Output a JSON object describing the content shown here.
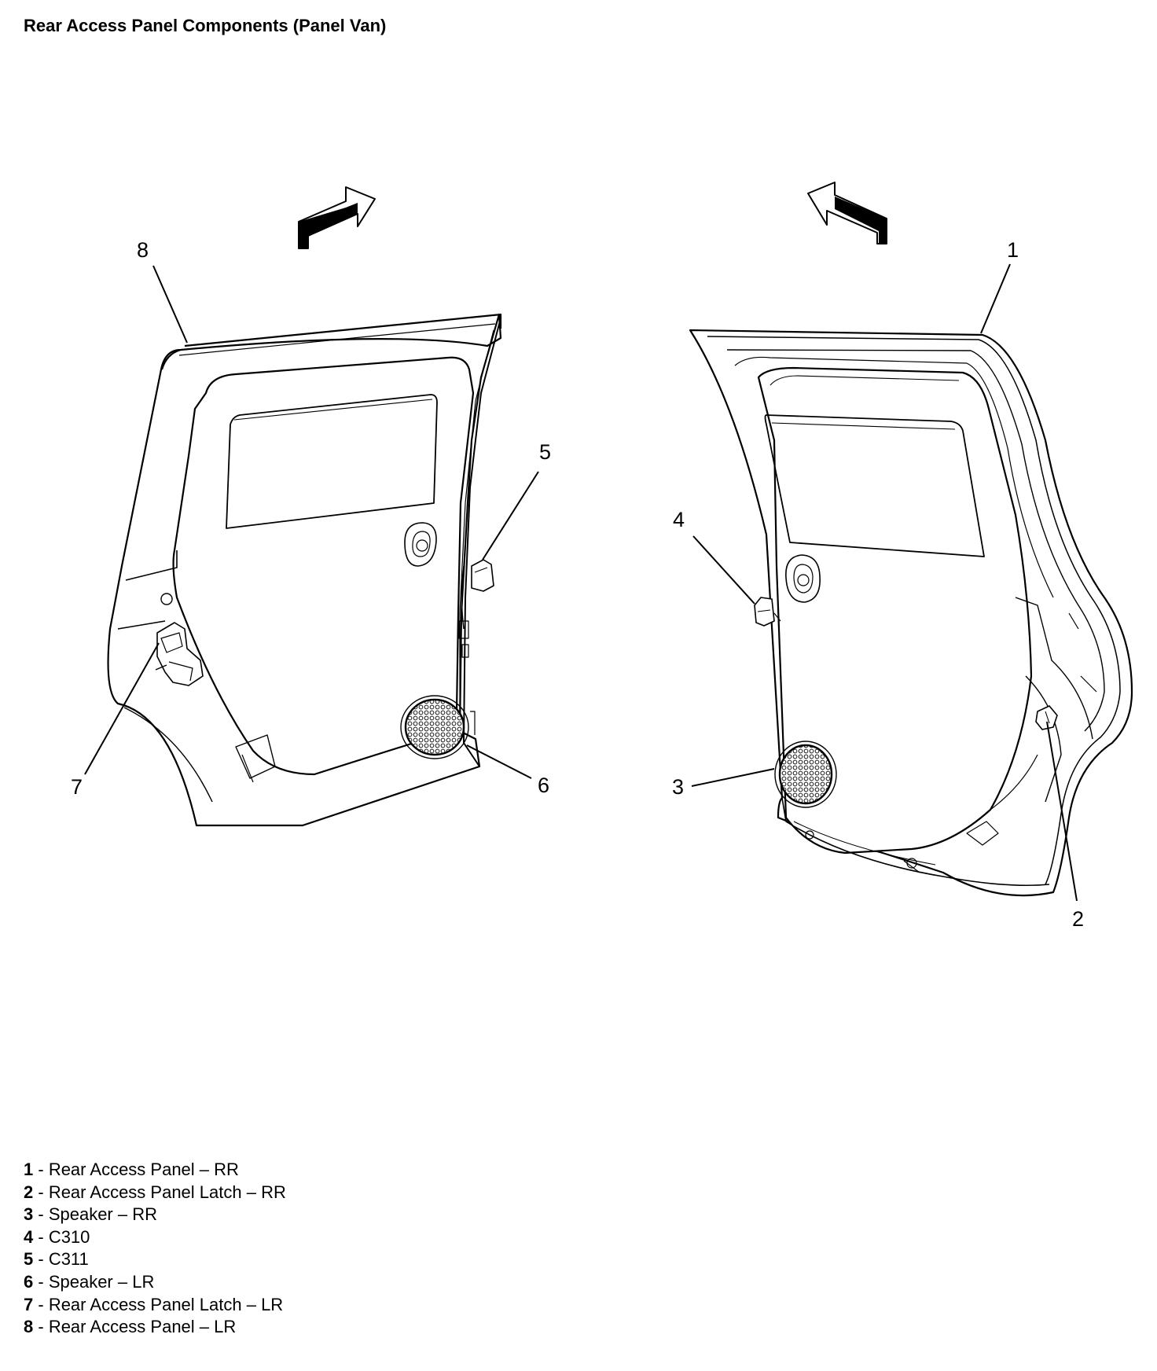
{
  "title": "Rear Access Panel Components (Panel Van)",
  "callouts": [
    "8",
    "5",
    "7",
    "6",
    "1",
    "4",
    "3",
    "2"
  ],
  "legend": [
    {
      "num": "1",
      "sep": " - ",
      "text": "Rear Access Panel – RR"
    },
    {
      "num": "2",
      "sep": " - ",
      "text": "Rear Access Panel Latch – RR"
    },
    {
      "num": "3",
      "sep": " - ",
      "text": "Speaker – RR"
    },
    {
      "num": "4",
      "sep": " - ",
      "text": "C310"
    },
    {
      "num": "5",
      "sep": " - ",
      "text": "C311"
    },
    {
      "num": "6",
      "sep": " - ",
      "text": "Speaker – LR"
    },
    {
      "num": "7",
      "sep": " - ",
      "text": "Rear Access Panel Latch – LR"
    },
    {
      "num": "8",
      "sep": " - ",
      "text": "Rear Access Panel – LR"
    }
  ]
}
